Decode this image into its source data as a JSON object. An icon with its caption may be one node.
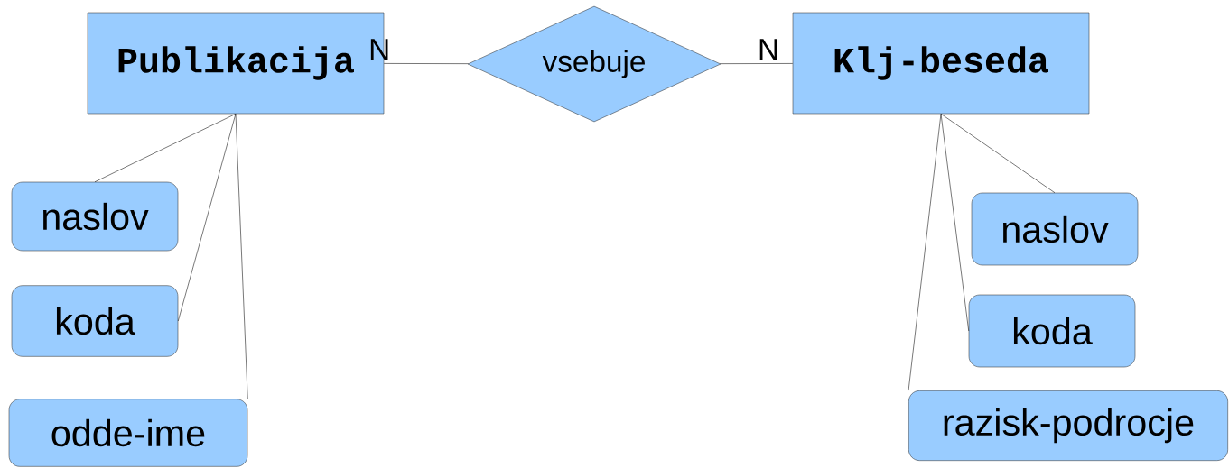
{
  "diagram": {
    "nodes": [
      {
        "text": [
          "Publikacija"
        ]
      },
      {
        "text": [
          "vsebuje"
        ]
      },
      {
        "text": [
          "Klj-beseda"
        ]
      },
      {
        "text": [
          "naslov"
        ]
      },
      {
        "text": [
          "koda"
        ]
      },
      {
        "text": [
          "odde-ime"
        ]
      },
      {
        "text": [
          "naslov"
        ]
      },
      {
        "text": [
          "koda"
        ]
      },
      {
        "text": [
          "razisk-podrocje"
        ]
      }
    ],
    "edges": [
      {
        "from": 0,
        "to": 1,
        "arrow": "none",
        "label": "N"
      },
      {
        "from": 1,
        "to": 2,
        "arrow": "none",
        "label": "N"
      },
      {
        "from": 0,
        "to": 3,
        "arrow": "none"
      },
      {
        "from": 0,
        "to": 4,
        "arrow": "none"
      },
      {
        "from": 0,
        "to": 5,
        "arrow": "none"
      },
      {
        "from": 2,
        "to": 6,
        "arrow": "none"
      },
      {
        "from": 2,
        "to": 7,
        "arrow": "none"
      },
      {
        "from": 2,
        "to": 8,
        "arrow": "none"
      }
    ]
  }
}
